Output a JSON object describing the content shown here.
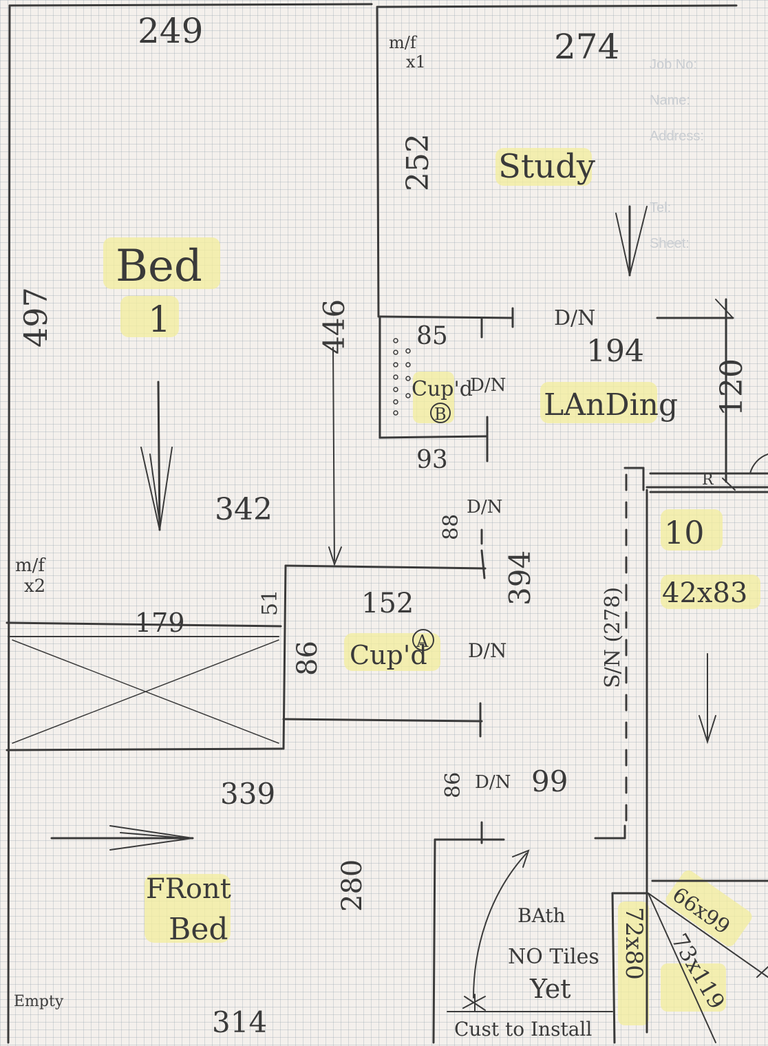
{
  "rooms": {
    "bed1": {
      "name": "Bed",
      "number": "1",
      "width": "249",
      "height": "497",
      "hall": "342",
      "note": "m/f\nx2"
    },
    "study": {
      "name": "Study",
      "width": "274",
      "side": "252",
      "note": "m/f\nx1"
    },
    "landing": {
      "name": "LAnDing",
      "width": "194",
      "side": "120",
      "door": "D/N"
    },
    "cupboard_a": {
      "name": "Cup'd",
      "marker": "A",
      "width": "152",
      "depth": "86",
      "side": "51",
      "door": "D/N"
    },
    "cupboard_b": {
      "name": "Cup'd",
      "marker": "B",
      "top": "85",
      "bottom": "93",
      "door": "D/N"
    },
    "front_bed": {
      "name": "FRont Bed",
      "line1": "FRont",
      "line2": "Bed",
      "width": "339",
      "bottom": "314",
      "side": "280",
      "box_width": "179",
      "note": "Empty"
    },
    "bath": {
      "line1": "BAth",
      "line2": "NO Tiles",
      "line3": "Yet",
      "width": "99",
      "door": "D/N",
      "door_size": "86",
      "note": "Cust to Install"
    },
    "corridor": {
      "length": "394",
      "door": "D/N",
      "door_size": "88",
      "stair_label": "S/N (278)"
    },
    "room_10": {
      "name": "10",
      "size": "42x83",
      "mark": "R"
    },
    "stairs": {
      "s1": "66x99",
      "s2": "73x119",
      "s3": "72x80"
    }
  },
  "form_fields": {
    "job_no": "Job No:",
    "name": "Name:",
    "address": "Address:",
    "tel": "Tel:",
    "sheet": "Sheet:"
  }
}
